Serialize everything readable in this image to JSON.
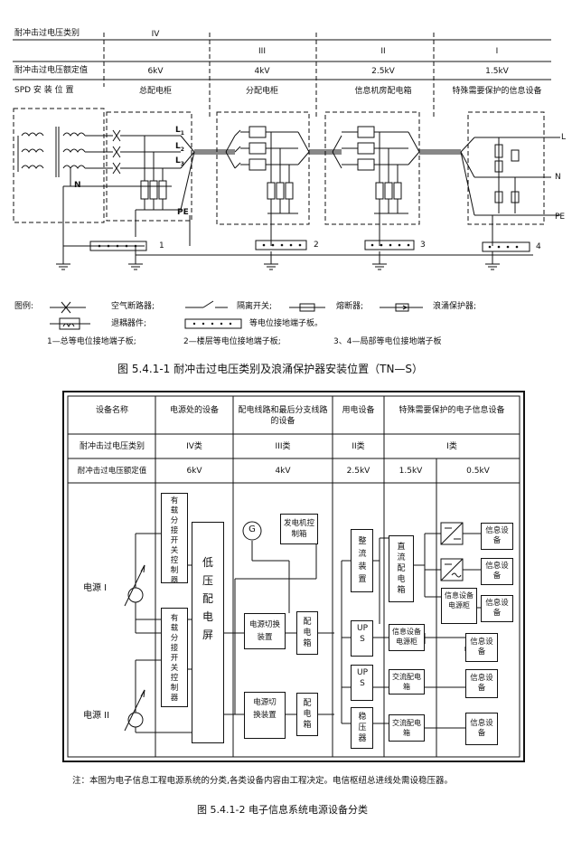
{
  "fig1": {
    "row_labels": [
      "耐冲击过电压类别",
      "耐冲击过电压额定值",
      "SPD 安 装 位 置"
    ],
    "categories": [
      {
        "class": "IV",
        "voltage": "6kV",
        "location": "总配电柜"
      },
      {
        "class": "III",
        "voltage": "4kV",
        "location": "分配电柜"
      },
      {
        "class": "II",
        "voltage": "2.5kV",
        "location": "信息机房配电箱"
      },
      {
        "class": "I",
        "voltage": "1.5kV",
        "location": "特殊需要保护的信息设备"
      }
    ],
    "conductors": {
      "L1": "L",
      "L1_sub": "1",
      "L2": "L",
      "L2_sub": "2",
      "L3": "L",
      "L3_sub": "3",
      "PE": "PE",
      "N": "N",
      "right_L": "L",
      "right_N": "N",
      "right_PE": "PE"
    },
    "terminal_numbers": [
      "1",
      "2",
      "3",
      "4"
    ],
    "legend": {
      "title": "图例:",
      "breaker": "空气断路器;",
      "isolator": "隔离开关;",
      "fuse": "熔断器;",
      "spd": "浪涌保护器;",
      "decoupler": "退耦器件;",
      "terminal_board": "等电位接地端子板。",
      "note1": "1—总等电位接地端子板;",
      "note2": "2—楼层等电位接地端子板;",
      "note3": "3、4—局部等电位接地端子板"
    },
    "caption": "图 5.4.1-1    耐冲击过电压类别及浪涌保护器安装位置（TN—S）"
  },
  "fig2": {
    "header": [
      "设备名称",
      "电源处的设备",
      "配电线路和最后分支线路的设备",
      "用电设备",
      "特殊需要保护的电子信息设备"
    ],
    "row_class": {
      "label": "耐冲击过电压类别",
      "values": [
        "IV类",
        "III类",
        "II类",
        "I类"
      ]
    },
    "row_voltage": {
      "label": "耐冲击过电压额定值",
      "values": [
        "6kV",
        "4kV",
        "2.5kV",
        "1.5kV",
        "0.5kV"
      ]
    },
    "sources": [
      "电源 I",
      "电源 II"
    ],
    "blocks": {
      "tap_changer": "有载分接开关控制器",
      "lv_panel": "低压配电屏",
      "generator_symbol": "G",
      "generator_ctrl": "发电机控制箱",
      "ats1": "电源切换装置",
      "ats2": "电源切换装置",
      "dist_box": "配电箱",
      "rectifier": "整流装置",
      "ups": "UPS",
      "stabilizer": "稳压器",
      "dc_box": "直流配电箱",
      "info_ps_cab": "信息设备电源柜",
      "ac_box": "交流配电箱",
      "info_dev": "信息设备"
    },
    "note": "注：本图为电子信息工程电源系统的分类,各类设备内容由工程决定。电信枢纽总进线处需设稳压器。",
    "caption": "图 5.4.1-2    电子信息系统电源设备分类"
  }
}
